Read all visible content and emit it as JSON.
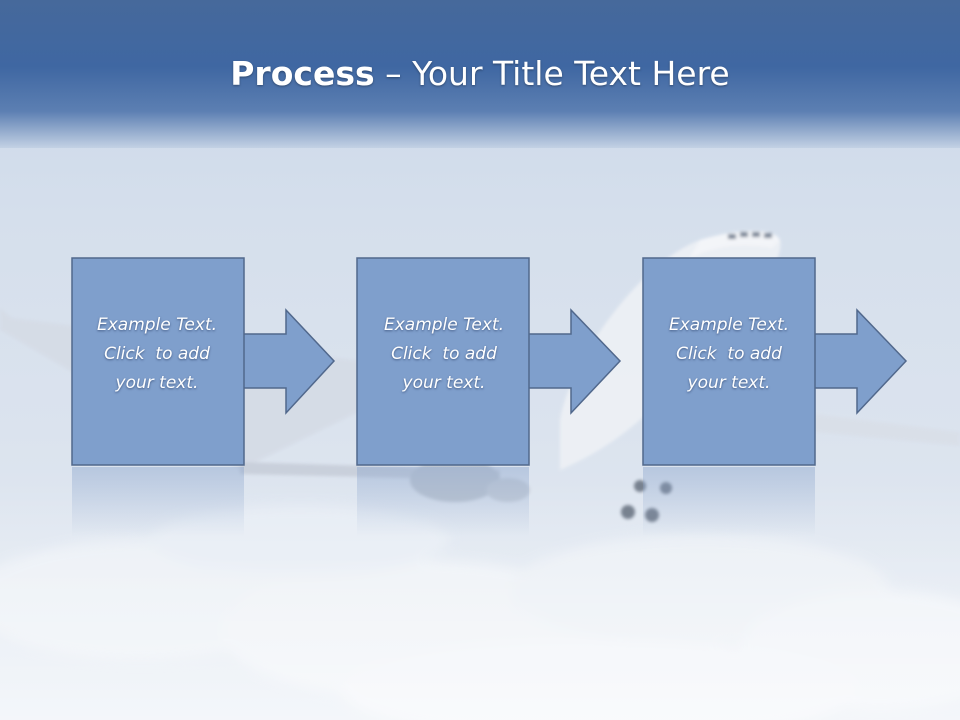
{
  "slide": {
    "title": {
      "bold": "Process",
      "rest": " – Your Title Text Here"
    },
    "steps": [
      {
        "line1": "Example Text.",
        "line2": "Click  to add",
        "line3": "your text."
      },
      {
        "line1": "Example Text.",
        "line2": "Click  to add",
        "line3": "your text."
      },
      {
        "line1": "Example Text.",
        "line2": "Click  to add",
        "line3": "your text."
      }
    ]
  },
  "colors": {
    "title_band": "#3f67a2",
    "box_fill": "#7f9fcc",
    "box_stroke": "#51688c",
    "text": "#ffffff"
  }
}
